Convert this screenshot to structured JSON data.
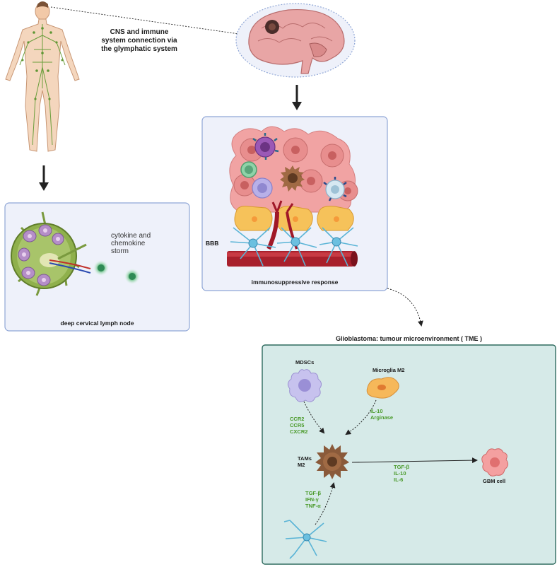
{
  "glymphatic_label": [
    "CNS and immune",
    "system connection via",
    "the glymphatic system"
  ],
  "lymph_panel": {
    "storm_label": [
      "cytokine and",
      "chemokine",
      "storm"
    ],
    "caption": "deep cervical lymph node"
  },
  "bbb_panel": {
    "bbb_label": "BBB",
    "caption": "immunosuppressive response"
  },
  "tme_panel": {
    "title": "Glioblastoma: tumour microenvironment ( TME )",
    "mdscs": "MDSCs",
    "microglia": "Microglia M2",
    "tams": [
      "TAMs",
      "M2"
    ],
    "gbm": "GBM cell",
    "mdsc_factors": [
      "CCR2",
      "CCR5",
      "CXCR2"
    ],
    "microglia_factors": [
      "IL-10",
      "Arginase"
    ],
    "tam_factors": [
      "TGF-β",
      "IL-10",
      "IL-6"
    ],
    "astro_factors": [
      "TGF-β",
      "IFN-γ",
      "TNF-α"
    ]
  },
  "colors": {
    "panel_border": "#8fa6d6",
    "panel_fill": "#eef1fa",
    "tme_border": "#2f6b5f",
    "tme_fill": "#d6eae8",
    "factor_green": "#4a9a2a"
  }
}
